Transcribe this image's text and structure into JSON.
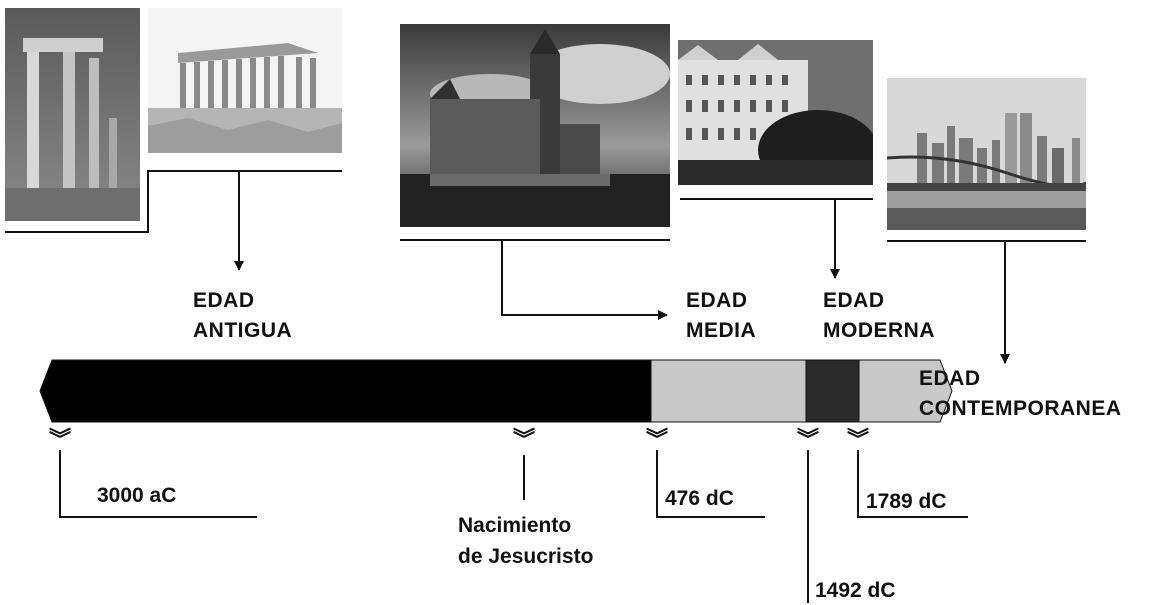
{
  "eras": [
    {
      "line1": "EDAD",
      "line2": "ANTIGUA",
      "color": "#000000"
    },
    {
      "line1": "EDAD",
      "line2": "MEDIA",
      "color": "#c8c8c8"
    },
    {
      "line1": "EDAD",
      "line2": "MODERNA",
      "color": "#2b2b2b"
    },
    {
      "line1": "EDAD",
      "line2": "CONTEMPORANEA",
      "color": "#c8c8c8"
    }
  ],
  "dates": [
    {
      "label": "3000 aC"
    },
    {
      "line1": "Nacimiento",
      "line2": "de Jesucristo"
    },
    {
      "label": "476 dC"
    },
    {
      "label": "1492 dC"
    },
    {
      "label": "1789 dC"
    }
  ],
  "marker_glyph": "︾",
  "images": [
    {
      "icon": "greek-columns-photo-icon"
    },
    {
      "icon": "parthenon-photo-icon"
    },
    {
      "icon": "medieval-castle-photo-icon"
    },
    {
      "icon": "ornate-palace-photo-icon"
    },
    {
      "icon": "city-skyline-bridge-photo-icon"
    }
  ]
}
